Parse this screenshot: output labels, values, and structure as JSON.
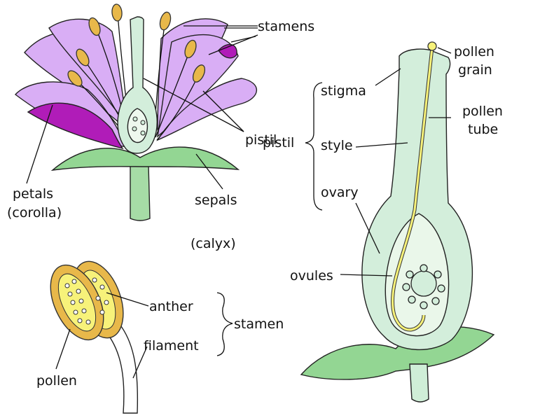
{
  "labels": {
    "stamens": "stamens",
    "pistil": "pistil",
    "petals": "petals",
    "corolla": "(corolla)",
    "sepals": "sepals",
    "calyx": "(calyx)",
    "anther": "anther",
    "filament": "filament",
    "stamen": "stamen",
    "pollen": "pollen",
    "pollen_grain_1": "pollen",
    "pollen_grain_2": "grain",
    "stigma": "stigma",
    "pollen_tube_1": "pollen",
    "pollen_tube_2": "tube",
    "style": "style",
    "ovary": "ovary",
    "ovules": "ovules"
  },
  "colors": {
    "petal": "#d9aef5",
    "petal_dark": "#b01cb8",
    "green_light": "#cfeed7",
    "green": "#93d693",
    "anther": "#e8b84a",
    "pollen_yellow": "#f7f27a",
    "pistil_body": "#d3eedb"
  }
}
